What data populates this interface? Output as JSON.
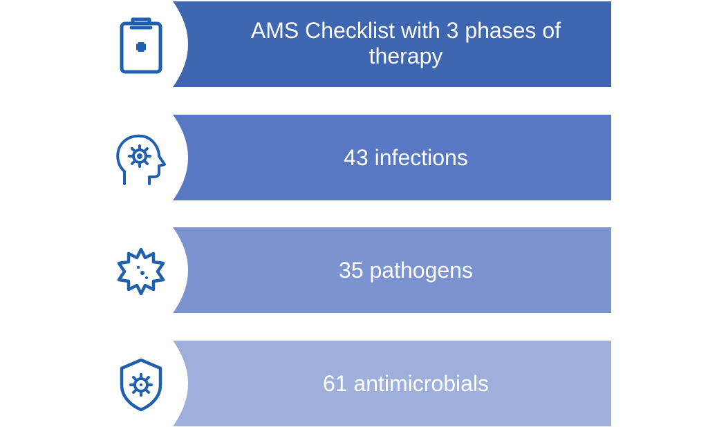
{
  "colors": {
    "icon": "#1f5fad",
    "banner_1": "#3f66b1",
    "banner_2": "#5878c3",
    "banner_3": "#7b94d0",
    "banner_4": "#9eafdb",
    "text": "#ffffff"
  },
  "rows": [
    {
      "icon": "clipboard-medical-icon",
      "label": "AMS Checklist with 3 phases of therapy"
    },
    {
      "icon": "head-virus-icon",
      "label": "43 infections"
    },
    {
      "icon": "pathogen-icon",
      "label": "35 pathogens"
    },
    {
      "icon": "shield-virus-icon",
      "label": "61 antimicrobials"
    }
  ]
}
